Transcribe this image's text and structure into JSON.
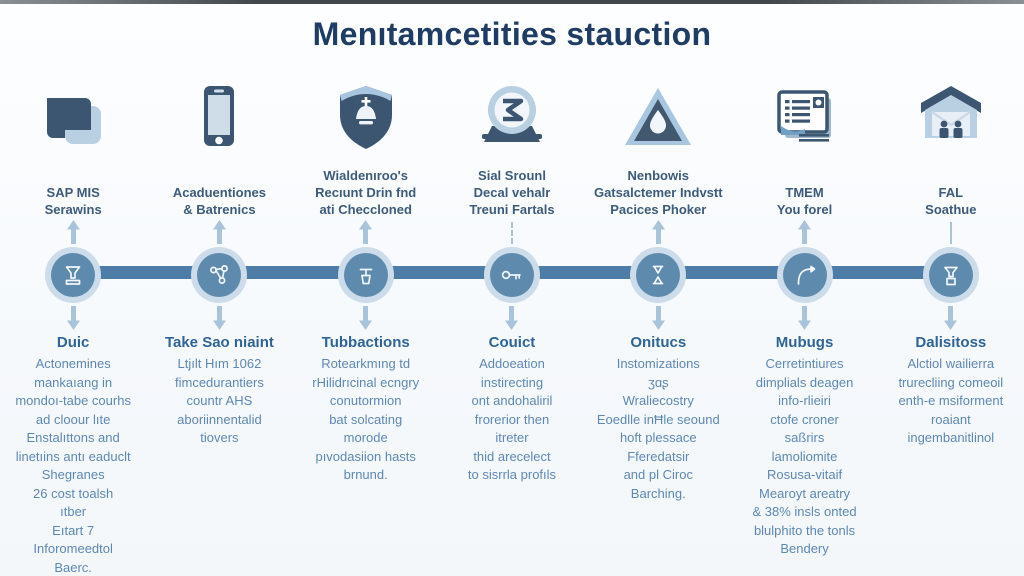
{
  "title": "Menıtamcetities stauction",
  "colors": {
    "title": "#1e3c64",
    "label": "#3d5b7a",
    "heading": "#2f6496",
    "body": "#5d88b4",
    "timeline_bar": "#4d7da6",
    "node_outer": "#cddcea",
    "node_inner": "#5e8aae",
    "icon_dark": "#3c5672",
    "icon_light": "#b9cfe2",
    "arrow": "#a9c3da",
    "background": "#f6f9fc"
  },
  "columns": [
    {
      "icon": "camera-icon",
      "node_icon": "funnel-icon",
      "label": "SAP MIS\nSerawins",
      "heading": "Duic",
      "body": "Actonemines\nmankaıang in\nmondoı-tabe courhs\nad cloour lıte\nEnstalıttons and\nlinetıins antı eaduclt\nShegranes\n26 cost toalsh\nıtber\nEıtart 7\nInforomeedtol\nBaerc."
    },
    {
      "icon": "smartphone-icon",
      "node_icon": "network-icon",
      "label": "Acaduentiones\n& Batrenics",
      "heading": "Take Sao niaint",
      "body": "Ltjılt Hım 1062\nfimcedurantiers\ncountr AHS\naboriinnentalid\ntiovers"
    },
    {
      "icon": "shield-icon",
      "node_icon": "plant-icon",
      "label": "Wialdenıroo's\nRecıunt Drin fnd\nati Checcloned",
      "heading": "Tubbactions",
      "body": "Rotearkmıng td\nrHilidrıcinal ecngry\nconutormion\nbat solcating\nmorode\npıvodasiion hasts\nbrnund."
    },
    {
      "icon": "scale-badge-icon",
      "node_icon": "key-icon",
      "label": "Sial Srounl\nDecal vehalr\nTreuni Fartals",
      "heading": "Couict",
      "body": "Addoeation\ninstirecting\nont andohaliril\nfrorerior then\nitreter\nthid arecelect\nto sisrrla profıls"
    },
    {
      "icon": "warning-triangle-icon",
      "node_icon": "hourglass-icon",
      "label": "Nenbowis\nGatsalctemer Indvstt\nPacices Phoker",
      "heading": "Onitucs",
      "body": "Instomizations\nʒɑʂ\nWraliecostry\nEoedlle inĦle seound\nhoft plessace\nFferedatsir\nand pl Ciroc\nBarching."
    },
    {
      "icon": "document-card-icon",
      "node_icon": "arch-leaf-icon",
      "label": "TMEM\nYou forel",
      "heading": "Mubugs",
      "body": "Cerretintiures\ndimplials deagen\ninfo-rlieiri\nctofe croner\nsaßrirs\nlamoliomite\nRosusa-vitaif\nMearoyt areatry\n& 38% insls onted\nblulphito the tonls\nBendery"
    },
    {
      "icon": "house-icon",
      "node_icon": "funnel-box-icon",
      "label": "FAL\nSoathue",
      "heading": "Dalisitoss",
      "body": "Alctiol wailierra\ntrurecliing comeoil\nenth-e msiforment\nroaiant\ningembanitlinol"
    }
  ]
}
